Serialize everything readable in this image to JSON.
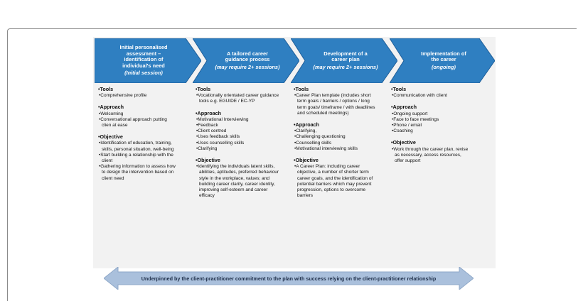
{
  "colors": {
    "chevron": "#2f7fc1",
    "chevron_edge": "#1f5f9a",
    "bottom_arrow": "#aac0dc",
    "panel": "#f2f2f2"
  },
  "stages": [
    {
      "title": [
        "Initial personalised",
        "assessment –",
        "identification of",
        "individual's need"
      ],
      "subtitle": "(Initial session)",
      "sections": [
        {
          "heading": "•Tools",
          "items": [
            "•Comprehensive profile"
          ]
        },
        {
          "heading": "•Approach",
          "items": [
            "•Welcoming",
            "•Conversational approach putting clien at ease"
          ]
        },
        {
          "heading": "•Objective",
          "items": [
            "•Identification of education, training, skills, personal situation, well-being",
            "•Start building a relationship with the client",
            "•Gathering information to assess how to design the intervention based on client need"
          ]
        }
      ]
    },
    {
      "title": [
        "A tailored career",
        "guidance process"
      ],
      "subtitle": "(may require 2+ sessions)",
      "sections": [
        {
          "heading": "•Tools",
          "items": [
            "•Vocationally orientated career guidance tools e.g. EGUIDE / EC-YP"
          ]
        },
        {
          "heading": "•Approach",
          "items": [
            "•Motivational Interviewing",
            "•Feedback",
            "•Client centred",
            "•Uses feedback skills",
            "•Uses counselling skills",
            "•Clarifying"
          ]
        },
        {
          "heading": "•Objective",
          "items": [
            "•Identifying the individuals latent skills, abilities, aptitudes, preferred behaviour style in the workplace, values; and building career clarity, career identity, improving self-esteem and career efficacy"
          ]
        }
      ]
    },
    {
      "title": [
        "Development of a",
        "career plan"
      ],
      "subtitle": "(may require 2+ sessions)",
      "sections": [
        {
          "heading": "•Tools",
          "items": [
            "•Career Plan template (includes short term goals / barriers / options / long term goals/ timeframe / with deadlines and scheduled meetings)"
          ]
        },
        {
          "heading": "•Approach",
          "items": [
            "•Clarifying,",
            "•Challenging questioning",
            "•Counselling skills",
            "•Motivational interviewing skills"
          ]
        },
        {
          "heading": "•Objective",
          "items": [
            "•A Career Plan: including career objective, a number of shorter term career goals, and the identification of potential barriers which may prevent progression, options to overcome barriers"
          ]
        }
      ]
    },
    {
      "title": [
        "Implementation of",
        "the career"
      ],
      "subtitle": "(ongoing)",
      "sections": [
        {
          "heading": "•Tools",
          "items": [
            "•Communication with client"
          ]
        },
        {
          "heading": "•Approach",
          "items": [
            "•Ongoing support",
            "•Face to face meetings",
            "•Phone / email",
            "•Coaching"
          ]
        },
        {
          "heading": "•Objective",
          "items": [
            "•Work through the career plan, revise as necessary, access resources, offer support"
          ]
        }
      ]
    }
  ],
  "footer": "Underpinned by the client-practitioner commitment to the plan with success relying on the client-practitioner relationship"
}
